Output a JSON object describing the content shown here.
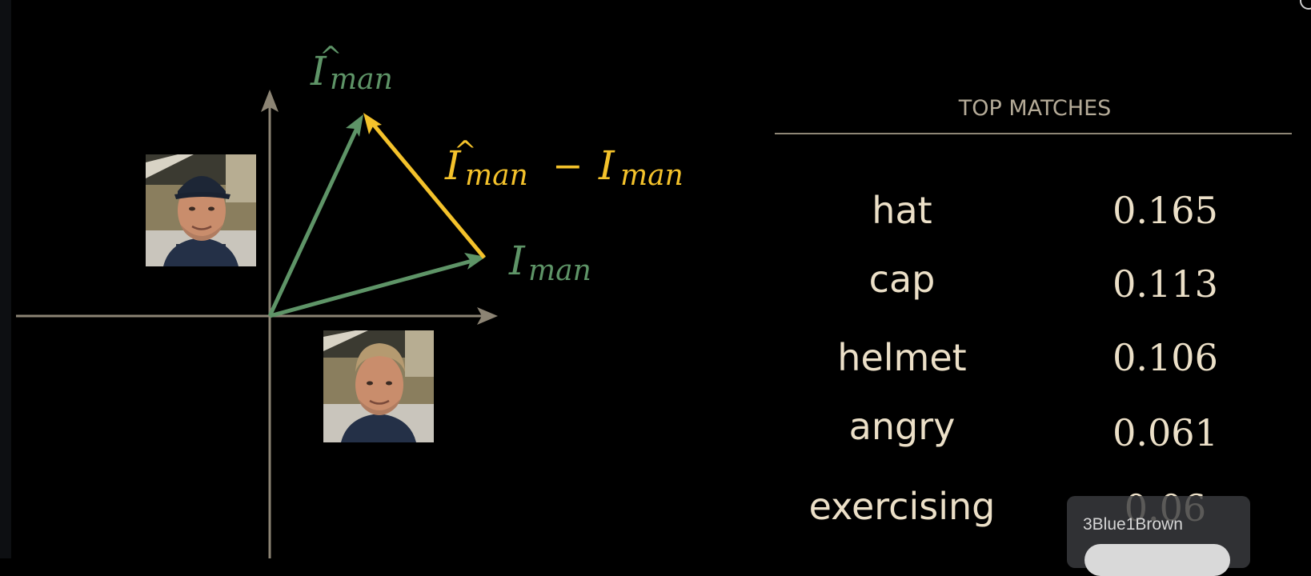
{
  "diagram": {
    "label_predicted": {
      "base": "I",
      "hat": "^",
      "subscript": "man"
    },
    "label_difference": {
      "left_base": "I",
      "left_hat": "^",
      "left_subscript": "man",
      "operator": "−",
      "right_base": "I",
      "right_subscript": "man"
    },
    "label_actual": {
      "base": "I",
      "subscript": "man"
    },
    "colors": {
      "axis": "#8c8474",
      "green": "#5e9467",
      "yellow": "#f4c22b",
      "background": "#000000"
    },
    "photos": [
      {
        "name": "face-with-cap",
        "description_icon": "person-with-cap-photo"
      },
      {
        "name": "face-without-cap",
        "description_icon": "person-photo"
      }
    ]
  },
  "panel": {
    "title": "TOP MATCHES",
    "matches": [
      {
        "word": "hat",
        "score": "0.165"
      },
      {
        "word": "cap",
        "score": "0.113"
      },
      {
        "word": "helmet",
        "score": "0.106"
      },
      {
        "word": "angry",
        "score": "0.061"
      },
      {
        "word": "exercising",
        "score": "0.06"
      }
    ]
  },
  "watermark": {
    "label": "3Blue1Brown"
  }
}
